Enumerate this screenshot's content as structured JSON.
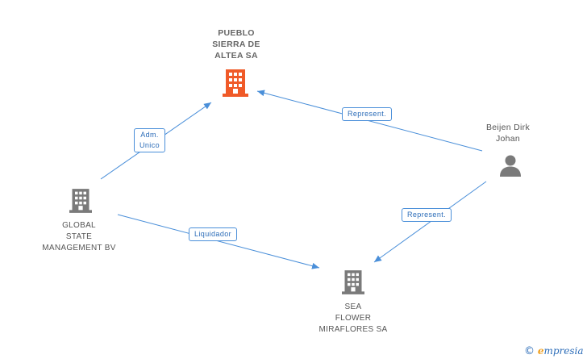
{
  "nodes": {
    "pueblo": {
      "lines": [
        "PUEBLO",
        "SIERRA DE",
        "ALTEA SA"
      ],
      "icon": "building-icon",
      "color": "#f05a28"
    },
    "global": {
      "lines": [
        "GLOBAL",
        "STATE",
        "MANAGEMENT BV"
      ],
      "icon": "building-icon",
      "color": "#7a7a7a"
    },
    "sea": {
      "lines": [
        "SEA",
        "FLOWER",
        "MIRAFLORES SA"
      ],
      "icon": "building-icon",
      "color": "#7a7a7a"
    },
    "beijen": {
      "lines": [
        "Beijen Dirk",
        "Johan"
      ],
      "icon": "person-icon",
      "color": "#7a7a7a"
    }
  },
  "edges": {
    "adm": {
      "lines": [
        "Adm.",
        "Unico"
      ]
    },
    "represent_top": {
      "lines": [
        "Represent."
      ]
    },
    "represent_bottom": {
      "lines": [
        "Represent."
      ]
    },
    "liquidador": {
      "lines": [
        "Liquidador"
      ]
    }
  },
  "edge_color": "#4a8fd9",
  "brand": {
    "symbol": "©",
    "initial": "e",
    "rest": "mpresia"
  }
}
